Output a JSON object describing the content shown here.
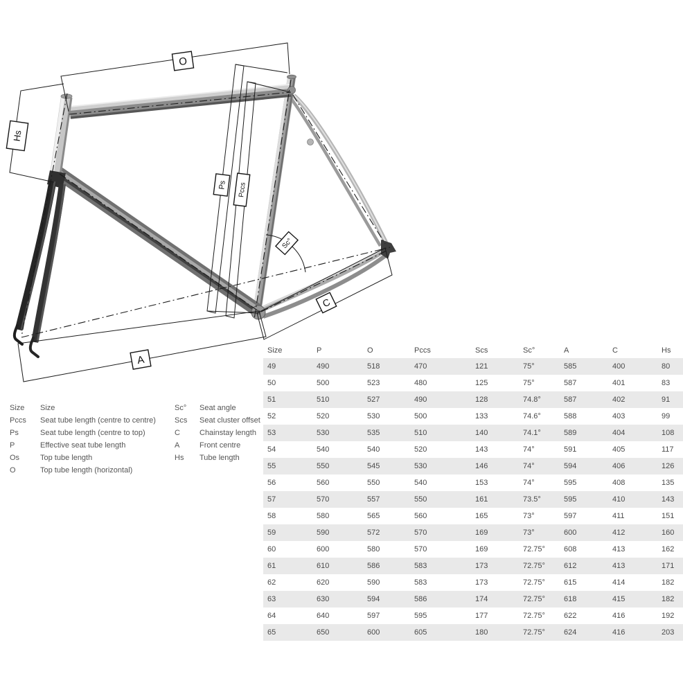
{
  "diagram": {
    "labels": {
      "o": "O",
      "hs": "Hs",
      "ps": "Ps",
      "pccs": "Pccs",
      "sc": "Sc°",
      "c": "C",
      "a": "A"
    }
  },
  "legend": {
    "left": [
      {
        "key": "Size",
        "desc": "Size"
      },
      {
        "key": "Pccs",
        "desc": "Seat tube length (centre to centre)"
      },
      {
        "key": "Ps",
        "desc": "Seat tube length (centre to top)"
      },
      {
        "key": "P",
        "desc": "Effective seat tube length"
      },
      {
        "key": "Os",
        "desc": "Top tube length"
      },
      {
        "key": "O",
        "desc": "Top tube length (horizontal)"
      }
    ],
    "right": [
      {
        "key": "Sc°",
        "desc": "Seat angle"
      },
      {
        "key": "Scs",
        "desc": "Seat cluster offset"
      },
      {
        "key": "C",
        "desc": "Chainstay length"
      },
      {
        "key": "A",
        "desc": "Front centre"
      },
      {
        "key": "Hs",
        "desc": "Tube length"
      }
    ]
  },
  "table": {
    "columns": [
      "Size",
      "P",
      "O",
      "Pccs",
      "Scs",
      "Sc°",
      "A",
      "C",
      "Hs"
    ],
    "rows": [
      [
        "49",
        "490",
        "518",
        "470",
        "121",
        "75°",
        "585",
        "400",
        "80"
      ],
      [
        "50",
        "500",
        "523",
        "480",
        "125",
        "75°",
        "587",
        "401",
        "83"
      ],
      [
        "51",
        "510",
        "527",
        "490",
        "128",
        "74.8°",
        "587",
        "402",
        "91"
      ],
      [
        "52",
        "520",
        "530",
        "500",
        "133",
        "74.6°",
        "588",
        "403",
        "99"
      ],
      [
        "53",
        "530",
        "535",
        "510",
        "140",
        "74.1°",
        "589",
        "404",
        "108"
      ],
      [
        "54",
        "540",
        "540",
        "520",
        "143",
        "74°",
        "591",
        "405",
        "117"
      ],
      [
        "55",
        "550",
        "545",
        "530",
        "146",
        "74°",
        "594",
        "406",
        "126"
      ],
      [
        "56",
        "560",
        "550",
        "540",
        "153",
        "74°",
        "595",
        "408",
        "135"
      ],
      [
        "57",
        "570",
        "557",
        "550",
        "161",
        "73.5°",
        "595",
        "410",
        "143"
      ],
      [
        "58",
        "580",
        "565",
        "560",
        "165",
        "73°",
        "597",
        "411",
        "151"
      ],
      [
        "59",
        "590",
        "572",
        "570",
        "169",
        "73°",
        "600",
        "412",
        "160"
      ],
      [
        "60",
        "600",
        "580",
        "570",
        "169",
        "72.75°",
        "608",
        "413",
        "162"
      ],
      [
        "61",
        "610",
        "586",
        "583",
        "173",
        "72.75°",
        "612",
        "413",
        "171"
      ],
      [
        "62",
        "620",
        "590",
        "583",
        "173",
        "72.75°",
        "615",
        "414",
        "182"
      ],
      [
        "63",
        "630",
        "594",
        "586",
        "174",
        "72.75°",
        "618",
        "415",
        "182"
      ],
      [
        "64",
        "640",
        "597",
        "595",
        "177",
        "72.75°",
        "622",
        "416",
        "192"
      ],
      [
        "65",
        "650",
        "600",
        "605",
        "180",
        "72.75°",
        "624",
        "416",
        "203"
      ]
    ]
  },
  "colors": {
    "row_stripe": "#e9e9e9",
    "table_text": "#4a4a4a",
    "legend_text": "#555555",
    "line": "#1b1b1b",
    "fork_dark": "#2a2a2a",
    "tube_light": "#c6c6c6",
    "tube_mid": "#8b8b8b"
  }
}
